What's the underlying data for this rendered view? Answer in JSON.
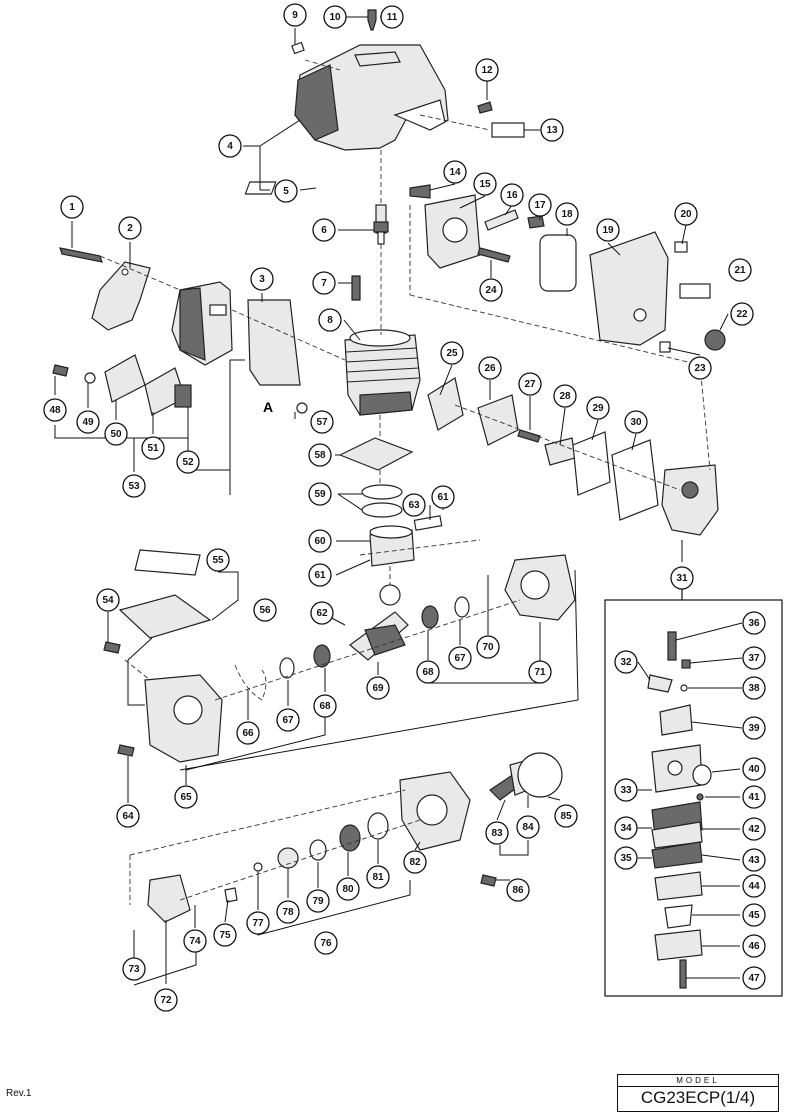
{
  "diagram": {
    "reference_mark": "A",
    "callouts": [
      "1",
      "2",
      "3",
      "4",
      "5",
      "6",
      "7",
      "8",
      "9",
      "10",
      "11",
      "12",
      "13",
      "14",
      "15",
      "16",
      "17",
      "18",
      "19",
      "20",
      "21",
      "22",
      "23",
      "24",
      "25",
      "26",
      "27",
      "28",
      "29",
      "30",
      "31",
      "32",
      "33",
      "34",
      "35",
      "36",
      "37",
      "38",
      "39",
      "40",
      "41",
      "42",
      "43",
      "44",
      "45",
      "46",
      "47",
      "48",
      "49",
      "50",
      "51",
      "52",
      "53",
      "54",
      "55",
      "56",
      "57",
      "58",
      "59",
      "60",
      "61",
      "61",
      "62",
      "63",
      "64",
      "65",
      "66",
      "67",
      "67",
      "68",
      "68",
      "69",
      "70",
      "71",
      "72",
      "73",
      "74",
      "75",
      "76",
      "77",
      "78",
      "79",
      "80",
      "81",
      "82",
      "83",
      "84",
      "85",
      "86"
    ]
  },
  "footer": {
    "revision": "Rev.1",
    "model_caption": "MODEL",
    "model_name": "CG23ECP(1/4)"
  }
}
